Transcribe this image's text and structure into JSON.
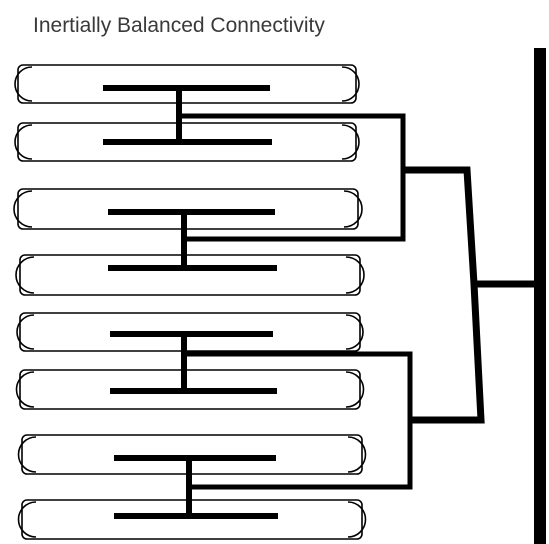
{
  "title": "Inertially Balanced Connectivity",
  "colors": {
    "background": "#ffffff",
    "line": "#000000",
    "tube_stroke": "#000000",
    "tube_fill": "#ffffff",
    "title_text": "#3a3a3a"
  },
  "diagram": {
    "cell_count": 8,
    "pair_count": 4,
    "topology": "H-tree: each pair of cells joined by a stub, pairs joined into quads, quads joined to a vertical bus"
  }
}
